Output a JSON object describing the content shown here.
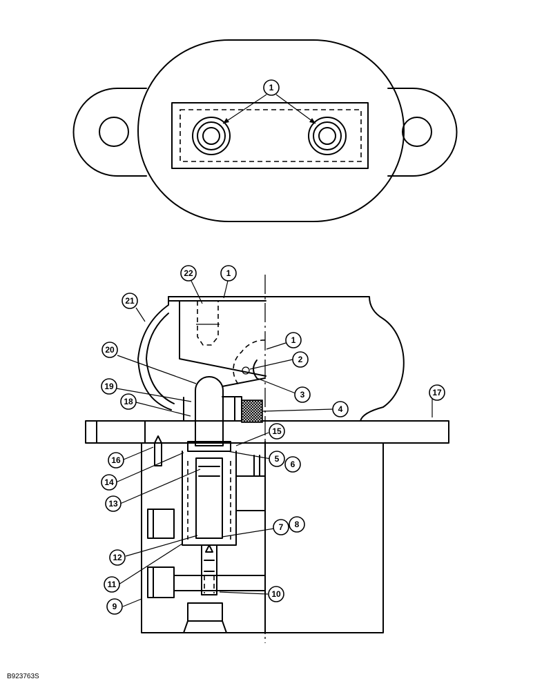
{
  "figure_code": "B923763S",
  "callouts": {
    "top_1": "1",
    "c1": "1",
    "c2": "2",
    "c3": "3",
    "c4": "4",
    "c5": "5",
    "c6": "6",
    "c7": "7",
    "c8": "8",
    "c9": "9",
    "c10": "10",
    "c11": "11",
    "c12": "12",
    "c13": "13",
    "c14": "14",
    "c15": "15",
    "c16": "16",
    "c17": "17",
    "c18": "18",
    "c19": "19",
    "c20": "20",
    "c21": "21",
    "c22": "22",
    "c1b": "1"
  }
}
